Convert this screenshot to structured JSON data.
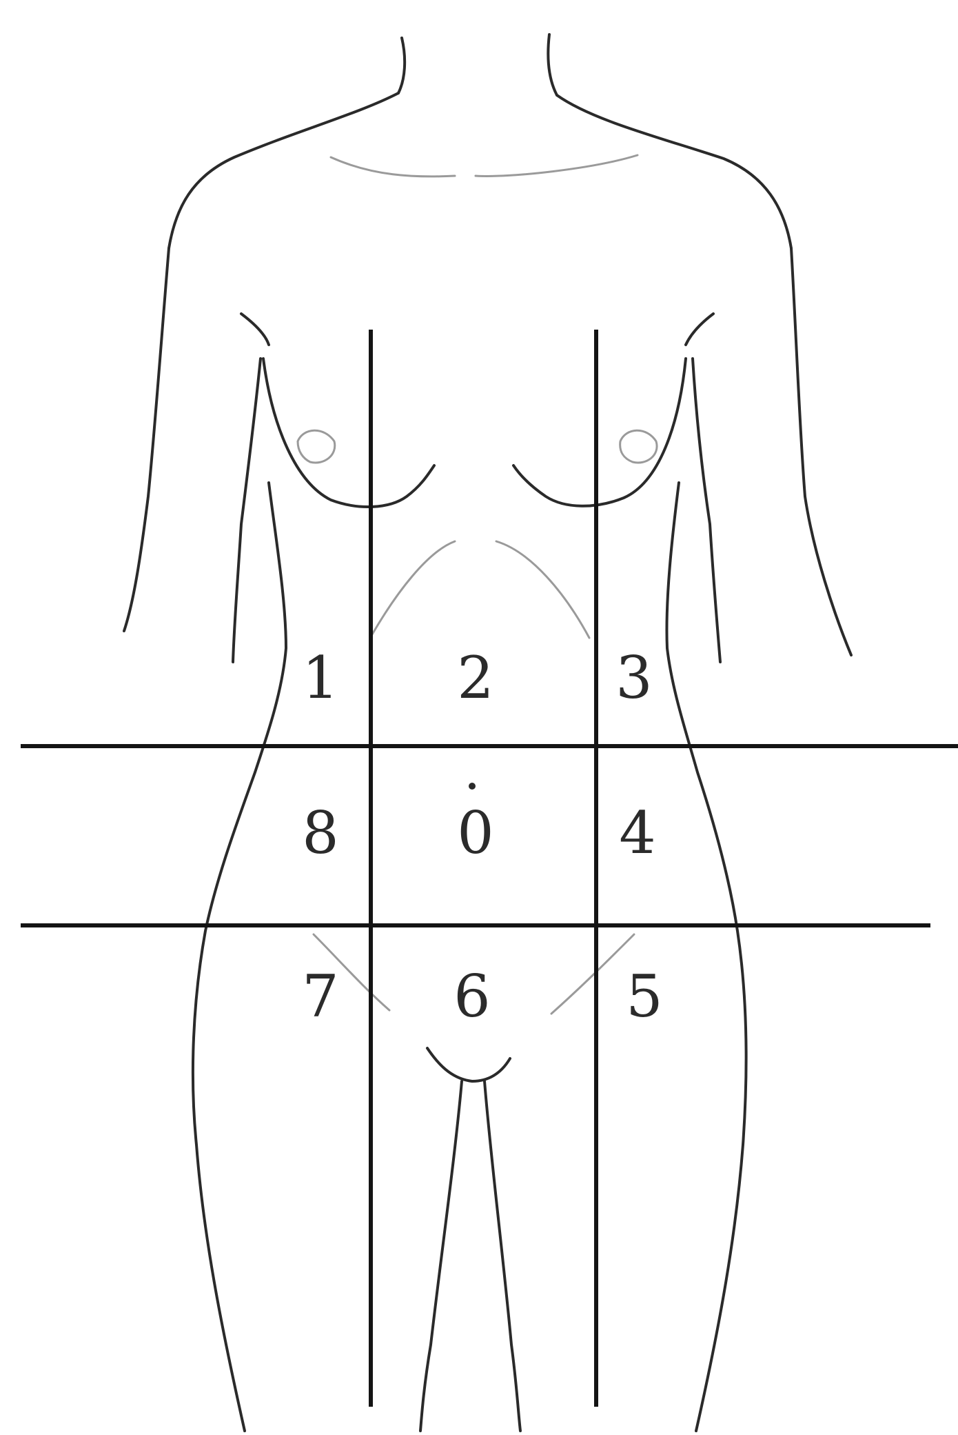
{
  "regions": [
    {
      "id": "1",
      "label": "1"
    },
    {
      "id": "2",
      "label": "2"
    },
    {
      "id": "3",
      "label": "3"
    },
    {
      "id": "8",
      "label": "8"
    },
    {
      "id": "0",
      "label": "0"
    },
    {
      "id": "4",
      "label": "4"
    },
    {
      "id": "7",
      "label": "7"
    },
    {
      "id": "6",
      "label": "6"
    },
    {
      "id": "5",
      "label": "5"
    }
  ],
  "colors": {
    "background": "#ffffff",
    "grid_lines": "#141414",
    "body_outline": "#2a2a2a"
  }
}
